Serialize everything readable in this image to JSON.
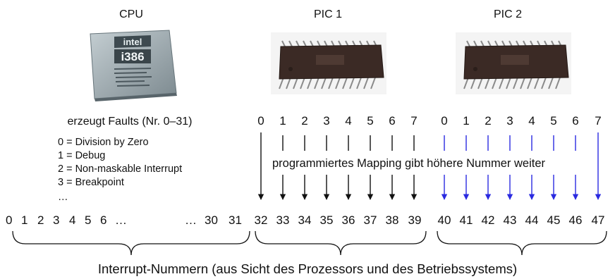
{
  "headers": {
    "cpu": "CPU",
    "pic1": "PIC 1",
    "pic2": "PIC 2"
  },
  "cpu_chip": {
    "brand": "intel",
    "model": "i386"
  },
  "faults": {
    "title": "erzeugt Faults (Nr. 0–31)",
    "items": [
      "0 = Division by Zero",
      "1 = Debug",
      "2 = Non-maskable Interrupt",
      "3 = Breakpoint",
      "…"
    ]
  },
  "pic1_inputs": [
    "0",
    "1",
    "2",
    "3",
    "4",
    "5",
    "6",
    "7"
  ],
  "pic2_inputs": [
    "0",
    "1",
    "2",
    "3",
    "4",
    "5",
    "6",
    "7"
  ],
  "mapping_text": "programmiertes Mapping gibt höhere Nummer weiter",
  "cpu_numbers": [
    "0",
    "1",
    "2",
    "3",
    "4",
    "5",
    "6",
    "…",
    "…",
    "30",
    "31"
  ],
  "pic1_numbers": [
    "32",
    "33",
    "34",
    "35",
    "36",
    "37",
    "38",
    "39"
  ],
  "pic2_numbers": [
    "40",
    "41",
    "42",
    "43",
    "44",
    "45",
    "46",
    "47"
  ],
  "caption": "Interrupt-Nummern (aus Sicht des Prozessors und des Betriebssystems)",
  "colors": {
    "pic1_arrow": "#111111",
    "pic2_arrow": "#2a2ae0",
    "chip_body": "#3b2a25",
    "cpu_package": "#9aa6ab"
  }
}
